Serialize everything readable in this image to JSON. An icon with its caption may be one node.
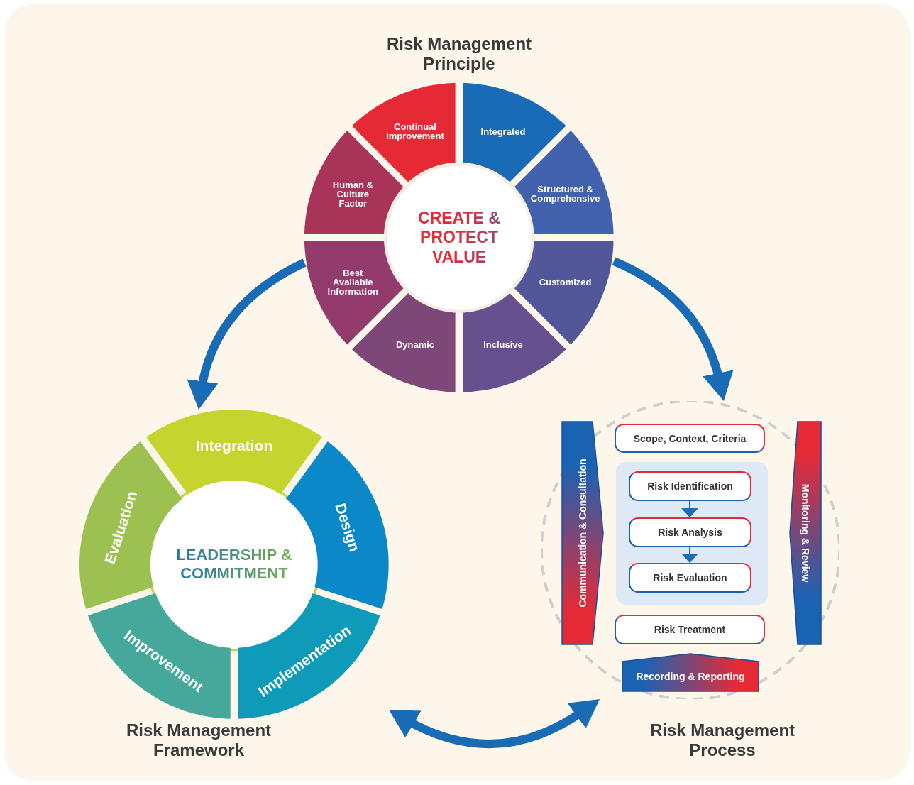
{
  "diagram": {
    "nodes": [
      {
        "text": [
          "Risk Management Principle"
        ]
      },
      {
        "text": [
          "CREATE & PROTECT VALUE"
        ],
        "in": 0
      },
      {
        "text": [
          "Continual Improvement"
        ],
        "in": 0
      },
      {
        "text": [
          "Integrated"
        ],
        "in": 0
      },
      {
        "text": [
          "Structured & Comprehensive"
        ],
        "in": 0
      },
      {
        "text": [
          "Customized"
        ],
        "in": 0
      },
      {
        "text": [
          "Inclusive"
        ],
        "in": 0
      },
      {
        "text": [
          "Dynamic"
        ],
        "in": 0
      },
      {
        "text": [
          "Best Available Information"
        ],
        "in": 0
      },
      {
        "text": [
          "Human & Culture Factor"
        ],
        "in": 0
      },
      {
        "text": [
          "Risk Management Framework"
        ]
      },
      {
        "text": [
          "LEADERSHIP & COMMITMENT"
        ],
        "in": 10
      },
      {
        "text": [
          "Integration"
        ],
        "in": 10
      },
      {
        "text": [
          "Design"
        ],
        "in": 10
      },
      {
        "text": [
          "Implementation"
        ],
        "in": 10
      },
      {
        "text": [
          "Improvement"
        ],
        "in": 10
      },
      {
        "text": [
          "Evaluation"
        ],
        "in": 10
      },
      {
        "text": [
          "Risk Management Process"
        ]
      },
      {
        "text": [
          "Communication & Consultation"
        ],
        "in": 17
      },
      {
        "text": [
          "Scope, Context, Criteria"
        ],
        "in": 17
      },
      {
        "text": [],
        "shape": "box",
        "in": 17
      },
      {
        "text": [
          "Risk Identification"
        ],
        "in": 20
      },
      {
        "text": [
          "Risk Analysis"
        ],
        "in": 20
      },
      {
        "text": [
          "Risk Evaluation"
        ],
        "in": 20
      },
      {
        "text": [
          "Risk Treatment"
        ],
        "in": 17
      },
      {
        "text": [
          "Monitoring & Review"
        ],
        "in": 17
      },
      {
        "text": [
          "Recording & Reporting"
        ],
        "in": 17
      }
    ],
    "edges": [
      {
        "from": 0,
        "to": 10,
        "arrow": "to"
      },
      {
        "from": 0,
        "to": 17,
        "arrow": "to"
      },
      {
        "from": 10,
        "to": 17,
        "arrow": "both"
      },
      {
        "from": 21,
        "to": 22,
        "arrow": "to"
      },
      {
        "from": 22,
        "to": 23,
        "arrow": "to"
      }
    ]
  }
}
